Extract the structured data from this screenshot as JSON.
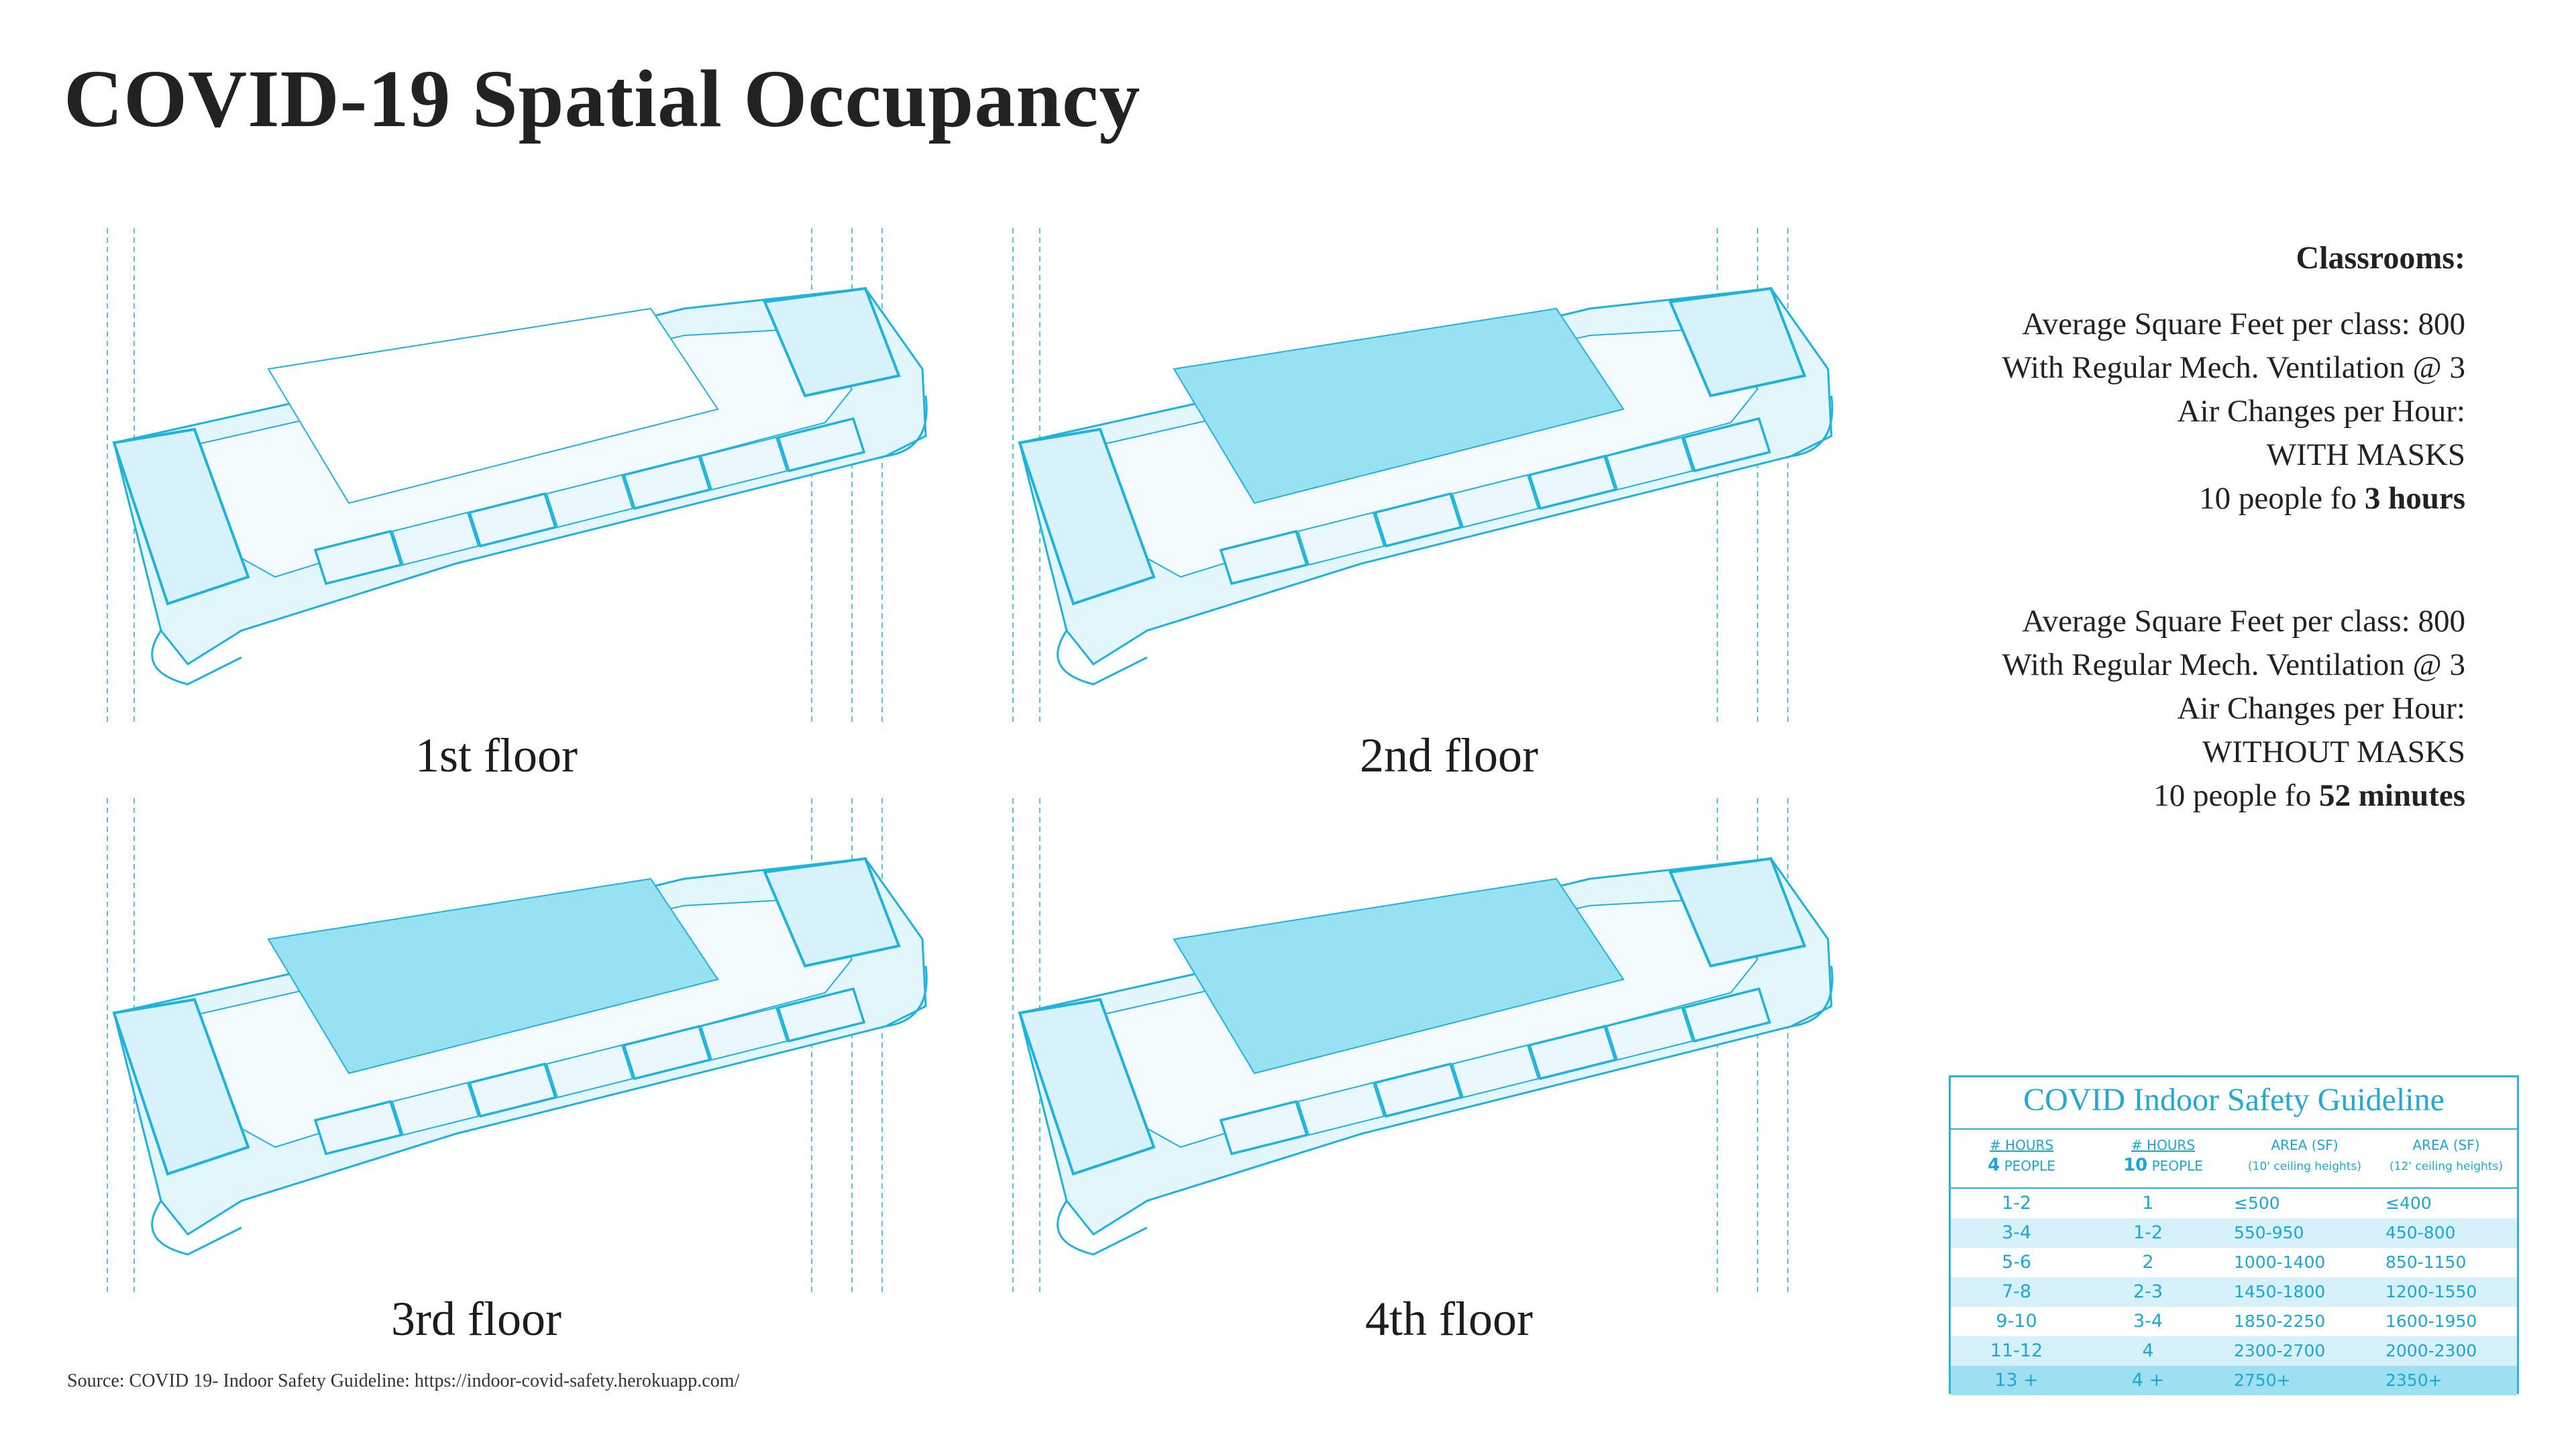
{
  "title": "COVID-19 Spatial Occupancy",
  "floors": [
    {
      "label": "1st floor",
      "courtyard_fill": false
    },
    {
      "label": "2nd floor",
      "courtyard_fill": true
    },
    {
      "label": "3rd floor",
      "courtyard_fill": true
    },
    {
      "label": "4th floor",
      "courtyard_fill": true
    }
  ],
  "classrooms": {
    "heading": "Classrooms:",
    "with_masks": {
      "line1": "Average Square Feet per class: 800",
      "line2": "With Regular Mech. Ventilation @ 3",
      "line3": "Air Changes per Hour:",
      "line4": "WITH MASKS",
      "line5_prefix": "10 people fo ",
      "line5_bold": "3 hours"
    },
    "without_masks": {
      "line1": "Average Square Feet per class: 800",
      "line2": "With Regular Mech. Ventilation @ 3",
      "line3": "Air Changes per Hour:",
      "line4": "WITHOUT MASKS",
      "line5_prefix": "10 people fo ",
      "line5_bold": "52 minutes"
    }
  },
  "guideline": {
    "title": "COVID Indoor Safety Guideline",
    "columns": [
      {
        "top": "# HOURS",
        "num": "4",
        "bottom": "PEOPLE"
      },
      {
        "top": "# HOURS",
        "num": "10",
        "bottom": "PEOPLE"
      },
      {
        "top": "AREA (SF)",
        "bottom": "(10' ceiling heights)"
      },
      {
        "top": "AREA (SF)",
        "bottom": "(12' ceiling heights)"
      }
    ],
    "rows": [
      [
        "1-2",
        "1",
        "≤500",
        "≤400"
      ],
      [
        "3-4",
        "1-2",
        "550-950",
        "450-800"
      ],
      [
        "5-6",
        "2",
        "1000-1400",
        "850-1150"
      ],
      [
        "7-8",
        "2-3",
        "1450-1800",
        "1200-1550"
      ],
      [
        "9-10",
        "3-4",
        "1850-2250",
        "1600-1950"
      ],
      [
        "11-12",
        "4",
        "2300-2700",
        "2000-2300"
      ],
      [
        "13 +",
        "4 +",
        "2750+",
        "2350+"
      ]
    ]
  },
  "source": "Source: COVID 19- Indoor Safety Guideline: https://indoor-covid-safety.herokuapp.com/",
  "colors": {
    "line": "#1fb2dc",
    "fill": "#97e1f3",
    "light": "#e3f6fc"
  }
}
